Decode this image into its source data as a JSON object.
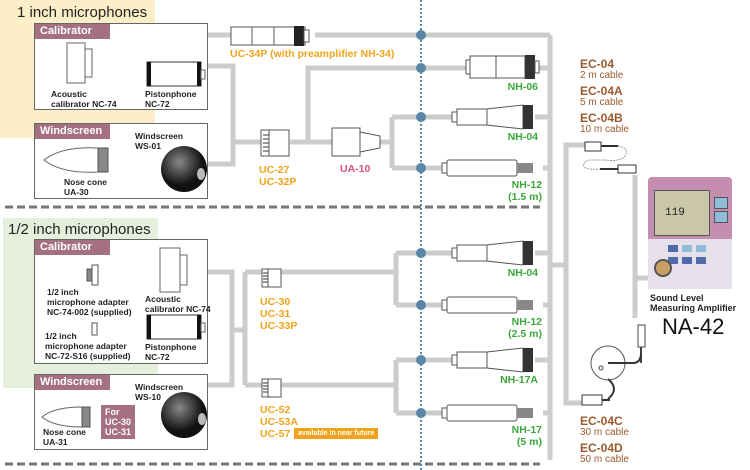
{
  "sections": {
    "one_inch": {
      "title": "1 inch microphones",
      "calibrator": {
        "tag": "Calibrator",
        "acoustic_label_1": "Acoustic",
        "acoustic_label_2": "calibrator NC-74",
        "pistonphone_label_1": "Pistonphone",
        "pistonphone_label_2": "NC-72"
      },
      "windscreen": {
        "tag": "Windscreen",
        "nose_label_1": "Nose cone",
        "nose_label_2": "UA-30",
        "ws_label_1": "Windscreen",
        "ws_label_2": "WS-01"
      },
      "connectors": {
        "uc34p": "UC-34P (with preamplifier NH-34)",
        "uc27": "UC-27",
        "uc32p": "UC-32P",
        "ua10": "UA-10"
      },
      "preamps": [
        {
          "line1": "NH-06",
          "line2": ""
        },
        {
          "line1": "NH-04",
          "line2": ""
        },
        {
          "line1": "NH-12",
          "line2": "(1.5 m)"
        }
      ]
    },
    "half_inch": {
      "title": "1/2 inch microphones",
      "calibrator": {
        "tag": "Calibrator",
        "adapter1_1": "1/2 inch",
        "adapter1_2": "microphone adapter",
        "adapter1_3": "NC-74-002 (supplied)",
        "acoustic_label_1": "Acoustic",
        "acoustic_label_2": "calibrator NC-74",
        "adapter2_1": "1/2 inch",
        "adapter2_2": "microphone adapter",
        "adapter2_3": "NC-72-S16 (supplied)",
        "pistonphone_label_1": "Pistonphone",
        "pistonphone_label_2": "NC-72"
      },
      "windscreen": {
        "tag": "Windscreen",
        "nose_label_1": "Nose cone",
        "nose_label_2": "UA-31",
        "for_1": "For",
        "for_2": "UC-30",
        "for_3": "UC-31",
        "ws_label_1": "Windscreen",
        "ws_label_2": "WS-10"
      },
      "connectors": {
        "group1": [
          "UC-30",
          "UC-31",
          "UC-33P"
        ],
        "group2": [
          "UC-52",
          "UC-53A",
          "UC-57"
        ],
        "future_badge": "available in near future"
      },
      "preamps": [
        {
          "line1": "NH-04",
          "line2": ""
        },
        {
          "line1": "NH-12",
          "line2": "(2.5 m)"
        },
        {
          "line1": "NH-17A",
          "line2": ""
        },
        {
          "line1": "NH-17",
          "line2": "(5 m)"
        }
      ]
    }
  },
  "cables_top": [
    {
      "code": "EC-04",
      "desc": "2 m cable"
    },
    {
      "code": "EC-04A",
      "desc": "5 m cable"
    },
    {
      "code": "EC-04B",
      "desc": "10 m cable"
    }
  ],
  "cables_bottom": [
    {
      "code": "EC-04C",
      "desc": "30 m cable"
    },
    {
      "code": "EC-04D",
      "desc": "50 m cable"
    }
  ],
  "amplifier": {
    "label_1": "Sound Level",
    "label_2": "Measuring Amplifier",
    "model": "NA-42",
    "display_value": "119"
  },
  "colors": {
    "tag_bg": "#a57080",
    "connector_text": "#f0a31a",
    "preamp_text": "#3aa83a",
    "cable_text": "#9b5a2e",
    "adapter_text": "#d9507a",
    "node": "#5a87a6",
    "line": "#cccccc"
  }
}
